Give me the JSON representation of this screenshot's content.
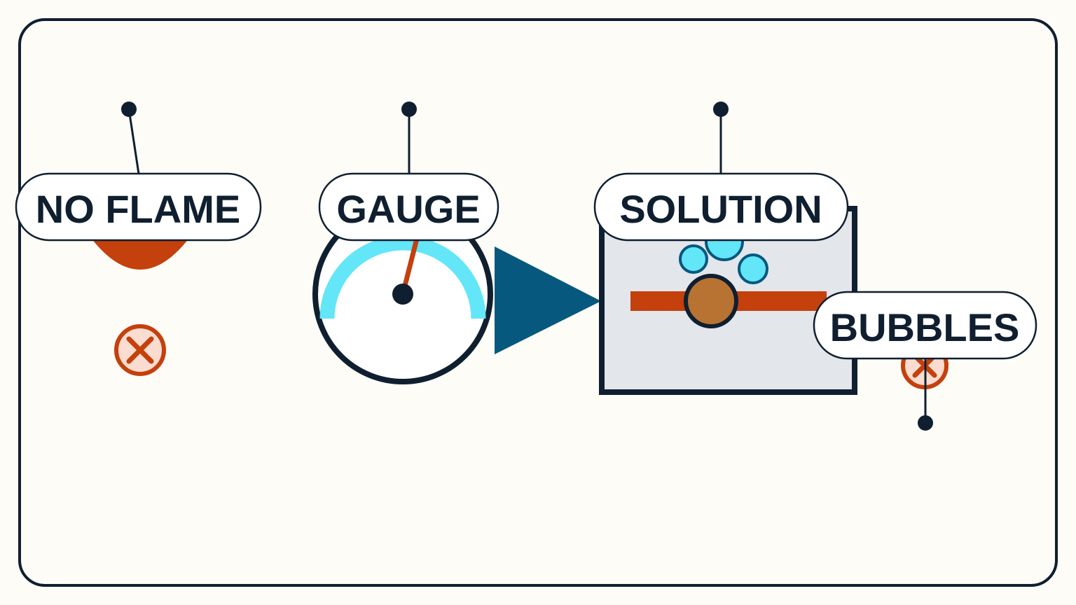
{
  "labels": {
    "no_flame": "NO FLAME",
    "gauge": "GAUGE",
    "solution": "SOLUTION",
    "bubbles": "BUBBLES"
  },
  "gauge": {
    "needle_level": 0.6
  },
  "status": {
    "no_flame_marker": "x-circle-icon",
    "bubbles_marker": "x-circle-icon"
  },
  "colors": {
    "background": "#fdfcf6",
    "outline": "#0f1f30",
    "flame": "#c4400c",
    "gauge_arc": "#63e6f8",
    "arrow": "#07587f",
    "solution_fill": "#e3e6eb",
    "stir_bar": "#c4400c",
    "stir_knob": "#b87333",
    "bubble": "#63e6f8",
    "x_marker_fill": "#fbdcd0",
    "x_marker_stroke": "#c4400c"
  }
}
